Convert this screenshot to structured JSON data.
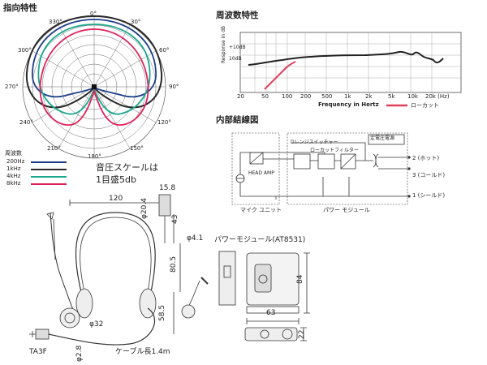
{
  "polar": {
    "title": "指向特性",
    "angles": [
      "0°",
      "30°",
      "60°",
      "90°",
      "120°",
      "150°",
      "180°",
      "210°",
      "240°",
      "270°",
      "300°",
      "330°"
    ],
    "legend_title": "周波数",
    "legend": [
      {
        "label": "200Hz",
        "color": "#1e3f8a"
      },
      {
        "label": "1kHz",
        "color": "#2a2a2a"
      },
      {
        "label": "4kHz",
        "color": "#19a88f"
      },
      {
        "label": "8kHz",
        "color": "#e0205a"
      }
    ],
    "scale_note_1": "音圧スケールは",
    "scale_note_2": "1目盛5db"
  },
  "freq": {
    "title": "周波数特性",
    "y_label": "Response in dB",
    "y_ticks": [
      "+10dB",
      "10dB"
    ],
    "x_ticks": [
      "20",
      "50",
      "100",
      "200",
      "500",
      "1k",
      "2k",
      "5k",
      "10k",
      "20k (Hz)"
    ],
    "x_label": "Frequency in Hertz",
    "lowcut_label": "ローカット",
    "lowcut_color": "#e0405a"
  },
  "wiring": {
    "title": "内部結線図",
    "head_amp": "HEAD AMP",
    "switch": "Dレンジスイッチャー",
    "filter": "ローカットフィルター",
    "reg": "定電圧電源",
    "mic_unit": "マイク ユニット",
    "power_module": "パワー モジュール",
    "pin2": "2 (ホット)",
    "pin3": "3 (コールド)",
    "pin1": "1 (シールド)"
  },
  "headset": {
    "dims": {
      "width": "120",
      "d1": "15.8",
      "d2": "φ20.4",
      "d3": "43",
      "d4": "80.5",
      "d5": "φ4.1",
      "d6": "58.5",
      "d7": "φ32",
      "d8": "φ2.8"
    },
    "connector": "TA3F",
    "cable": "ケーブル長1.4m"
  },
  "module": {
    "title": "パワーモジュール(AT8531)",
    "width": "63",
    "height": "84",
    "depth": "22"
  }
}
